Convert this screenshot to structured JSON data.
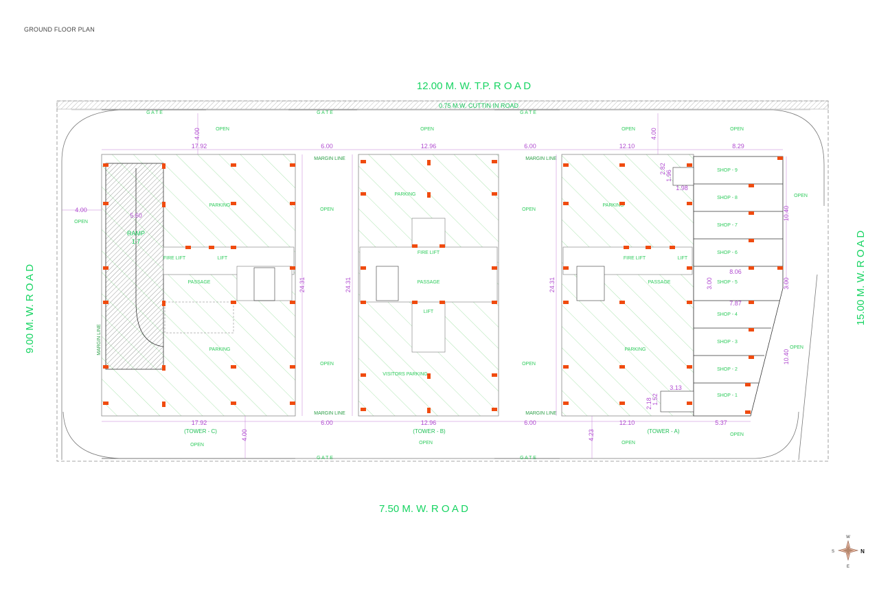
{
  "sheet_title": "GROUND FLOOR PLAN",
  "roads": {
    "top": "12.00 M. W. T.P. R O A D",
    "bottom": "7.50 M. W. R O A D",
    "left": "9.00 M. W. R O A D",
    "right": "15.00 M. W. R O A D",
    "cutting": "0.75 M.W. CUTTIN IN ROAD"
  },
  "gate": "G A T E",
  "margin_line": "MARGIN LINE",
  "towers": {
    "c": "(TOWER - C)",
    "b": "(TOWER - B)",
    "a": "(TOWER - A)"
  },
  "ramp": {
    "label": "RAMP",
    "ratio": "1:7"
  },
  "open_text": "OPEN",
  "parking_text": "PARKING",
  "visitors_parking": "VISITORS PARKING",
  "lift_text": "LIFT",
  "fire_lift": "FIRE LIFT",
  "passage_text": "PASSAGE",
  "shop_labels": [
    "SHOP - 9",
    "SHOP - 8",
    "SHOP - 7",
    "SHOP - 6",
    "SHOP - 5",
    "SHOP - 4",
    "SHOP - 3",
    "SHOP - 2",
    "SHOP - 1"
  ],
  "dimensions": {
    "top_c": "17.92",
    "top_gap1": "6.00",
    "top_b": "12.96",
    "top_gap2": "6.00",
    "top_a": "12.10",
    "top_shops": "8.29",
    "bot_c": "17.92",
    "bot_gap1": "6.00",
    "bot_b": "12.96",
    "bot_gap2": "6.00",
    "bot_a": "12.10",
    "bot_shops": "5.37",
    "setback_top_left": "4.00",
    "setback_top_right": "4.00",
    "setback_left": "4.00",
    "setback_bottom_left": "4.00",
    "setback_bottom_right": "4.23",
    "height_c": "24.31",
    "height_b": "24.31",
    "height_a": "24.31",
    "shop_depth_top": "8.06",
    "shop_depth_mid": "7.87",
    "shop_side_top": "10.40",
    "shop_side_bottom": "10.40",
    "shop_mid_a": "3.00",
    "shop_mid_b": "3.00",
    "guard_w": "1.98",
    "guard_h": "2.82",
    "guard_h2": "1.96",
    "wc_w": "3.13",
    "wc_h": "2.18",
    "wc_h2": "1.52",
    "ramp_w": "5.60"
  },
  "compass": {
    "w": "W",
    "s": "S",
    "n": "N",
    "e": "E"
  }
}
